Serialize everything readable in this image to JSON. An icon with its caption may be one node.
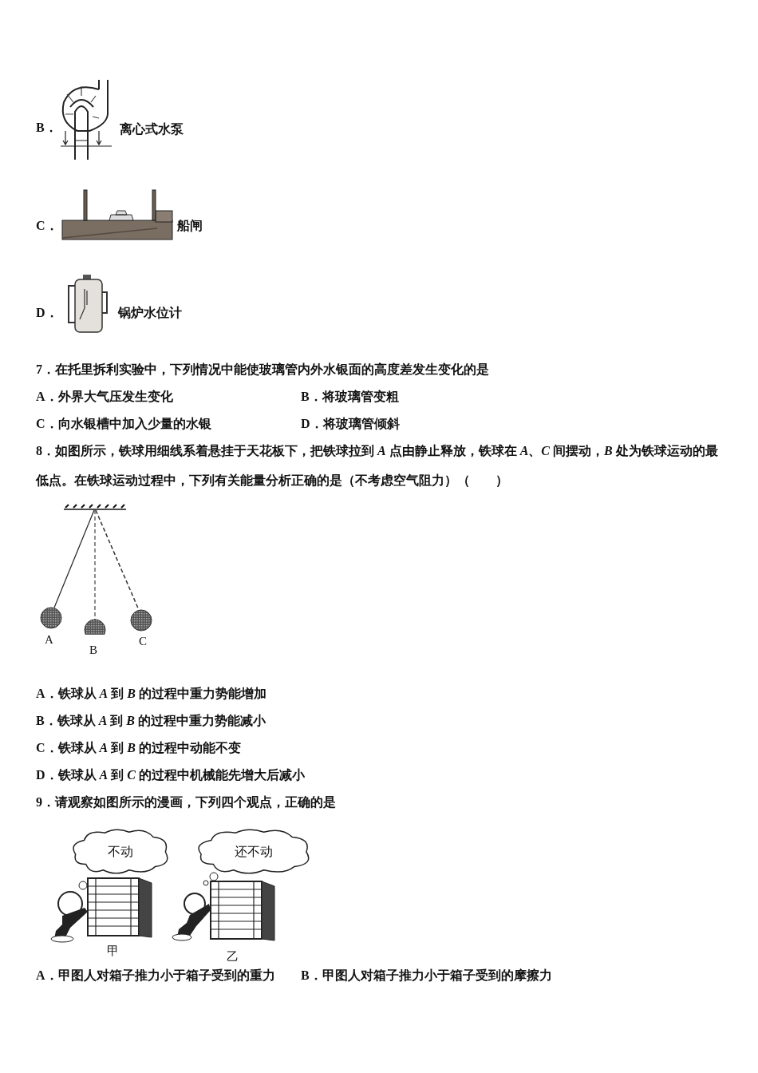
{
  "diagram": {
    "nodes": [
      {
        "text": [
          "不动"
        ]
      },
      {
        "text": [
          "还不动"
        ]
      }
    ],
    "labels": [
      "B．",
      "离心式水泵",
      "C．",
      "船闸",
      "D．",
      "锅炉水位计",
      "7．在托里拆利实验中，下列情况中能使玻璃管内外水银面的高度差发生变化的是",
      "A．外界大气压发生变化",
      "B．将玻璃管变粗",
      "C．向水银槽中加入少量的水银",
      "D．将玻璃管倾斜",
      "8．如图所示，铁球用细线系着悬挂于天花板下，把铁球拉到 *A* 点由静止释放，铁球在 *A*、*C* 间摆动，*B* 处为铁球运动的最低点。在铁球运动过程中，下列有关能量分析正确的是（不考虑空气阻力）（　　）",
      "A",
      "B",
      "C",
      "A．铁球从 *A* 到 *B* 的过程中重力势能增加",
      "B．铁球从 *A* 到 *B* 的过程中重力势能减小",
      "C．铁球从 *A* 到 *B* 的过程中动能不变",
      "D．铁球从 *A* 到 *C* 的过程中机械能先增大后减小",
      "9．请观察如图所示的漫画，下列四个观点，正确的是",
      "甲",
      "乙",
      "A．甲图人对箱子推力小于箱子受到的重力",
      "B．甲图人对箱子推力小于箱子受到的摩擦力"
    ]
  }
}
